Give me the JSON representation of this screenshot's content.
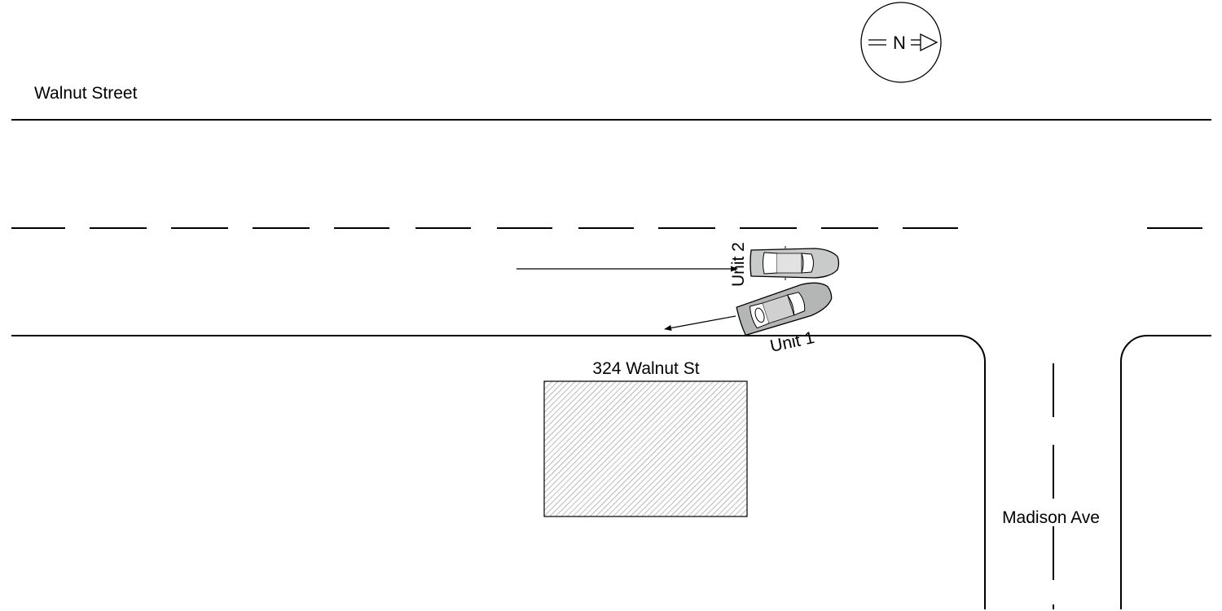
{
  "streets": {
    "main": "Walnut Street",
    "cross": "Madison Ave"
  },
  "building": {
    "label": "324 Walnut St"
  },
  "compass": {
    "label": "N"
  },
  "vehicles": [
    {
      "label": "Unit 2",
      "body_color": "#c9cbca"
    },
    {
      "label": "Unit 1",
      "body_color": "#b4b6b5"
    }
  ]
}
